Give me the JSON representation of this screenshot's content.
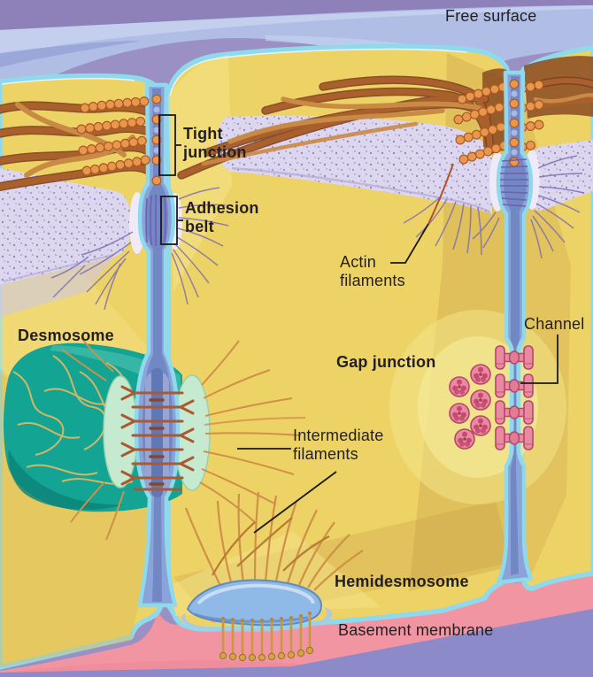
{
  "labels": {
    "free_surface": "Free surface",
    "tight_junction": "Tight junction",
    "adhesion_belt": "Adhesion belt",
    "actin_filaments": "Actin filaments",
    "desmosome": "Desmosome",
    "gap_junction": "Gap junction",
    "channel": "Channel",
    "intermediate_filaments": "Intermediate filaments",
    "hemidesmosome": "Hemidesmosome",
    "basement_membrane": "Basement membrane"
  },
  "colors": {
    "background_top": "#9b90c3",
    "free_surface_layer": "#b0bee6",
    "cell_cytoplasm": "#edd366",
    "plasma_membrane": "#8fd9ec",
    "intercellular_space": "#8aa3d8",
    "actin_bundle": "#a9602c",
    "tight_junction_beads": "#e9964f",
    "terminal_web_band": "#dcd6ee",
    "band_filaments": "#7f6fb2",
    "desmosome_core": "#14a493",
    "desmosome_plaque": "#c6ead0",
    "desmosome_filaments": "#aa5a32",
    "gap_junction_channel": "#ea8aa2",
    "hemidesmosome_plaque": "#8fb9e6",
    "anchoring_fibrils": "#c9983f",
    "basement_membrane": "#f195a3",
    "connective_tissue": "#8c8ac8",
    "label_text": "#231f20"
  }
}
